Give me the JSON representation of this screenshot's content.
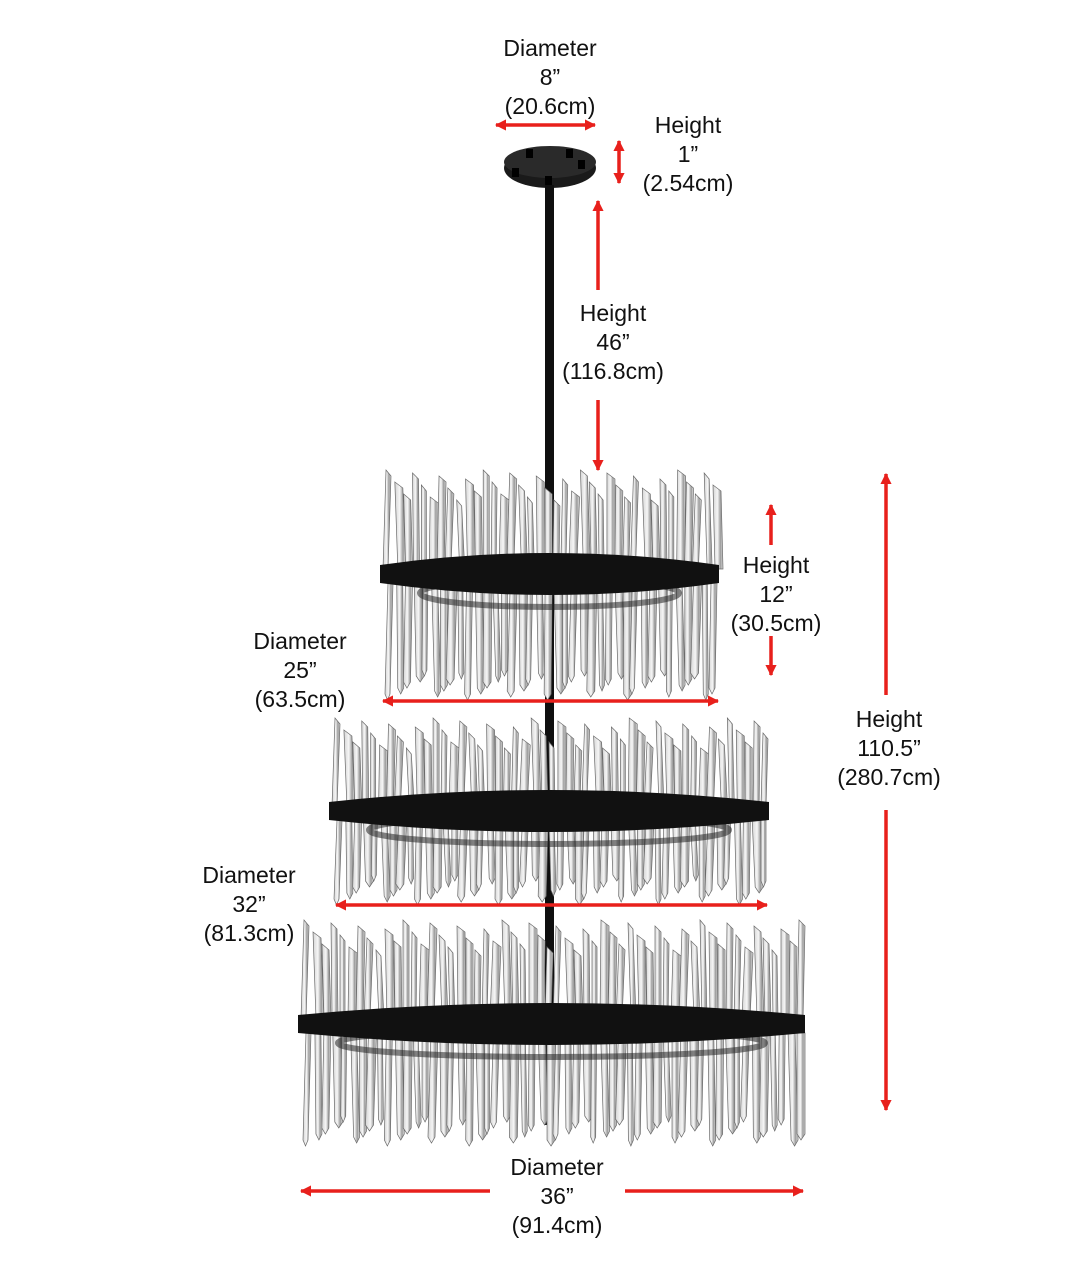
{
  "colors": {
    "arrow": "#e8201c",
    "metal": "#111111",
    "crystal_light": "#f2f2f2",
    "crystal_mid": "#b9b9b9",
    "crystal_dark": "#4a4a4a",
    "text": "#111111",
    "background": "#ffffff"
  },
  "dimensions": {
    "canopy_diameter": {
      "label": "Diameter",
      "imperial": "8”",
      "metric": "(20.6cm)"
    },
    "canopy_height": {
      "label": "Height",
      "imperial": "1”",
      "metric": "(2.54cm)"
    },
    "rod_height": {
      "label": "Height",
      "imperial": "46”",
      "metric": "(116.8cm)"
    },
    "tier1_height": {
      "label": "Height",
      "imperial": "12”",
      "metric": "(30.5cm)"
    },
    "overall_height": {
      "label": "Height",
      "imperial": "110.5”",
      "metric": "(280.7cm)"
    },
    "tier1_diameter": {
      "label": "Diameter",
      "imperial": "25”",
      "metric": "(63.5cm)"
    },
    "tier2_diameter": {
      "label": "Diameter",
      "imperial": "32”",
      "metric": "(81.3cm)"
    },
    "tier3_diameter": {
      "label": "Diameter",
      "imperial": "36”",
      "metric": "(91.4cm)"
    }
  }
}
